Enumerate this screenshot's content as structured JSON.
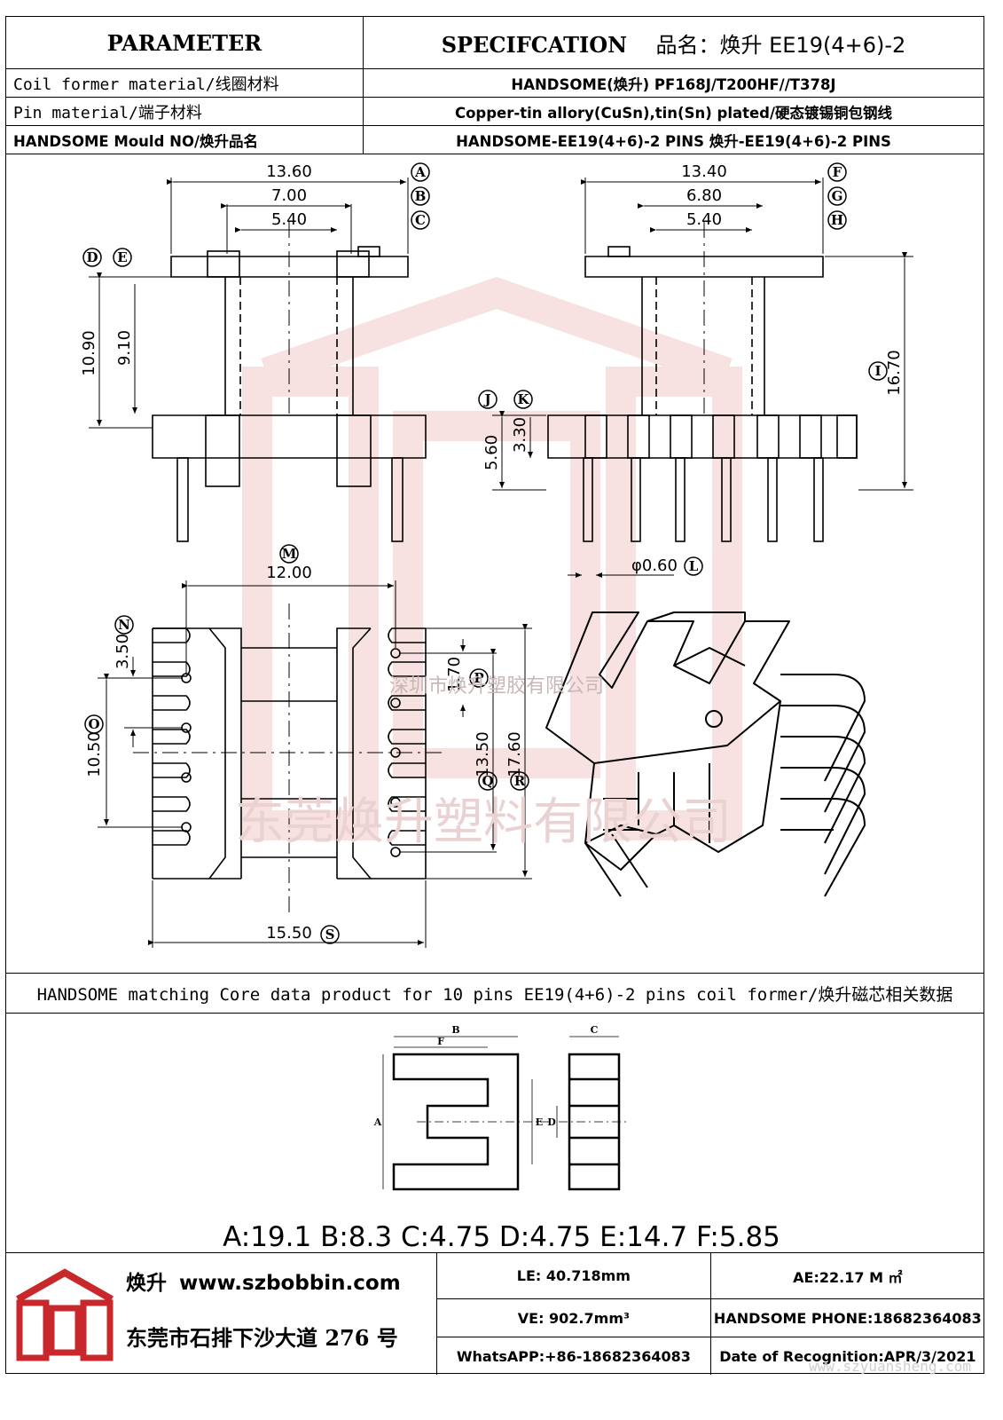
{
  "header": {
    "parameter": "PARAMETER",
    "specification": "SPECIFCATION",
    "product_name": "品名：焕升 EE19(4+6)-2"
  },
  "rows": [
    {
      "label": "Coil former material/线圈材料",
      "value": "HANDSOME(焕升)  PF168J/T200HF//T378J"
    },
    {
      "label": "Pin material/端子材料",
      "value": "Copper-tin allory(CuSn),tin(Sn) plated/硬态镀锡铜包钢线"
    },
    {
      "label": "HANDSOME Mould NO/焕升品名",
      "value": "HANDSOME-EE19(4+6)-2 PINS   焕升-EE19(4+6)-2 PINS"
    }
  ],
  "drawing": {
    "dims": {
      "A": "13.60",
      "B": "7.00",
      "C": "5.40",
      "D": "10.90",
      "E": "9.10",
      "F": "13.40",
      "G": "6.80",
      "H": "5.40",
      "I": "16.70",
      "J": "5.60",
      "K": "3.30",
      "L": "φ0.60",
      "M": "12.00",
      "N": "3.50",
      "O": "10.50",
      "P": "1.70",
      "Q": "13.50",
      "R": "17.60",
      "S": "15.50"
    },
    "letters": [
      "A",
      "B",
      "C",
      "D",
      "E",
      "F",
      "G",
      "H",
      "I",
      "J",
      "K",
      "L",
      "M",
      "N",
      "O",
      "P",
      "Q",
      "R",
      "S"
    ],
    "watermark_1": "深圳市焕升塑胶有限公司",
    "watermark_2": "东莞焕升塑料有限公司",
    "core_labels": [
      "A",
      "B",
      "C",
      "D",
      "E",
      "F"
    ]
  },
  "core_section": {
    "title": "HANDSOME matching Core data  product for 10 pins EE19(4+6)-2 pins coil former/焕升磁芯相关数据",
    "values": "A:19.1 B:8.3 C:4.75 D:4.75 E:14.7 F:5.85"
  },
  "footer": {
    "company": "焕升",
    "website": "www.szbobbin.com",
    "address": "东莞市石排下沙大道 276 号",
    "le": "LE: 40.718mm",
    "ae": "AE:22.17 M ㎡",
    "ve": "VE: 902.7mm³",
    "phone": "HANDSOME PHONE:18682364083",
    "whatsapp": "WhatsAPP:+86-18682364083",
    "date": "Date of Recognition:APR/3/2021",
    "watermark_url": "www.szyuansheng.com"
  },
  "colors": {
    "watermark": "#e7a7a7",
    "logo": "#c8282c"
  }
}
